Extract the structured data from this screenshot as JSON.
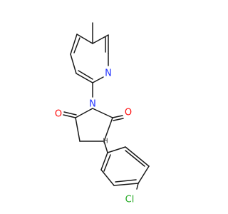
{
  "molecule": {
    "atoms": {
      "n_pyridine": "N",
      "n_imide": "N",
      "o_left": "O",
      "o_right": "O",
      "h_stereo": "H",
      "cl": "Cl"
    }
  },
  "colors": {
    "bond": "#1a1a1a",
    "nitrogen": "#2233ff",
    "oxygen": "#ff0d0d",
    "chlorine": "#22aa22"
  }
}
